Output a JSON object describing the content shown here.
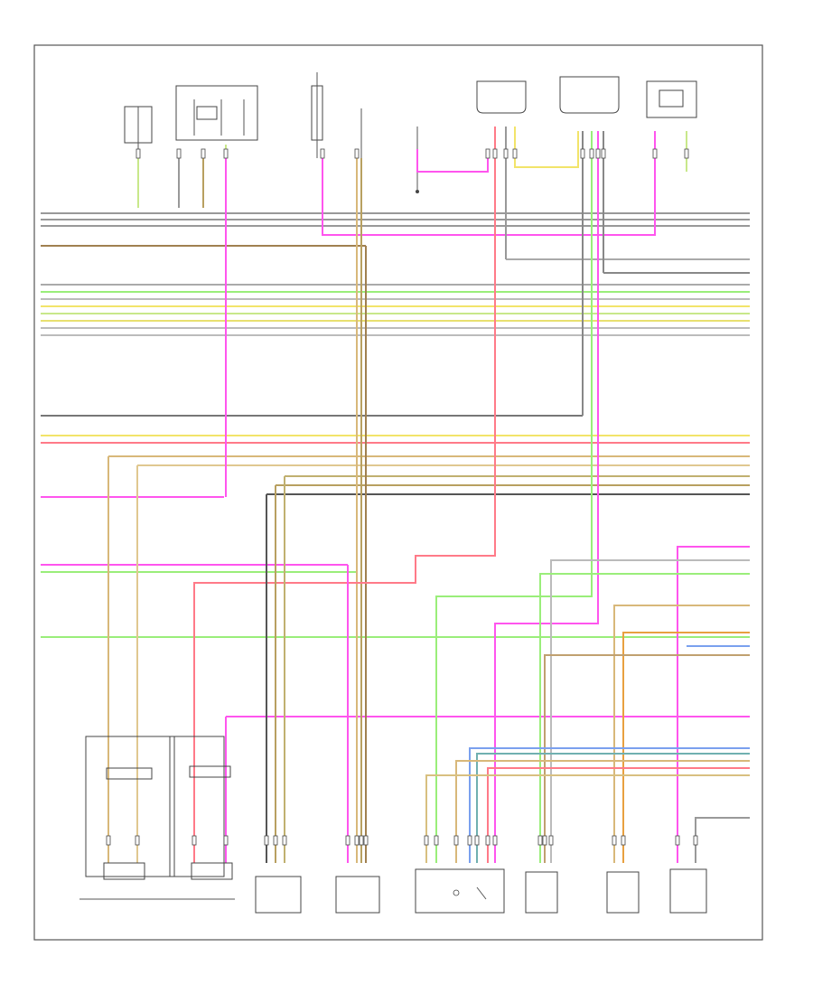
{
  "diagram": {
    "footer_code": "",
    "top_components": [
      {
        "id": "fuse_block_left",
        "label": ""
      },
      {
        "id": "relay_block",
        "label": ""
      },
      {
        "id": "fuse_block_mid",
        "label": ""
      },
      {
        "id": "ground_module",
        "label": ""
      },
      {
        "id": "throttle_sensor",
        "label": ""
      },
      {
        "id": "accel_pedal_sensor",
        "label": ""
      },
      {
        "id": "fuel_pump_module",
        "label": ""
      }
    ],
    "bottom_components": [
      {
        "id": "o2_sensor_1",
        "label": ""
      },
      {
        "id": "o2_sensor_2",
        "label": ""
      },
      {
        "id": "speed_sensor",
        "label": ""
      },
      {
        "id": "ecm_connector",
        "label": ""
      },
      {
        "id": "throttle_body",
        "label": ""
      },
      {
        "id": "cam_sensor",
        "label": ""
      },
      {
        "id": "crank_sensor",
        "label": ""
      },
      {
        "id": "knock_sensor",
        "label": ""
      }
    ],
    "colors": {
      "frame": "#555555",
      "pink": "#ff55ee",
      "yellow": "#f2e46a",
      "light_green": "#9aee7a",
      "red_pink": "#ff7a88",
      "gray": "#888888",
      "tan": "#d8b87a",
      "dark_gray": "#555555",
      "blue": "#7aa0ee",
      "olive": "#b8b060",
      "brown": "#a08050",
      "teal": "#70b0b0",
      "orange": "#e8a040"
    }
  }
}
